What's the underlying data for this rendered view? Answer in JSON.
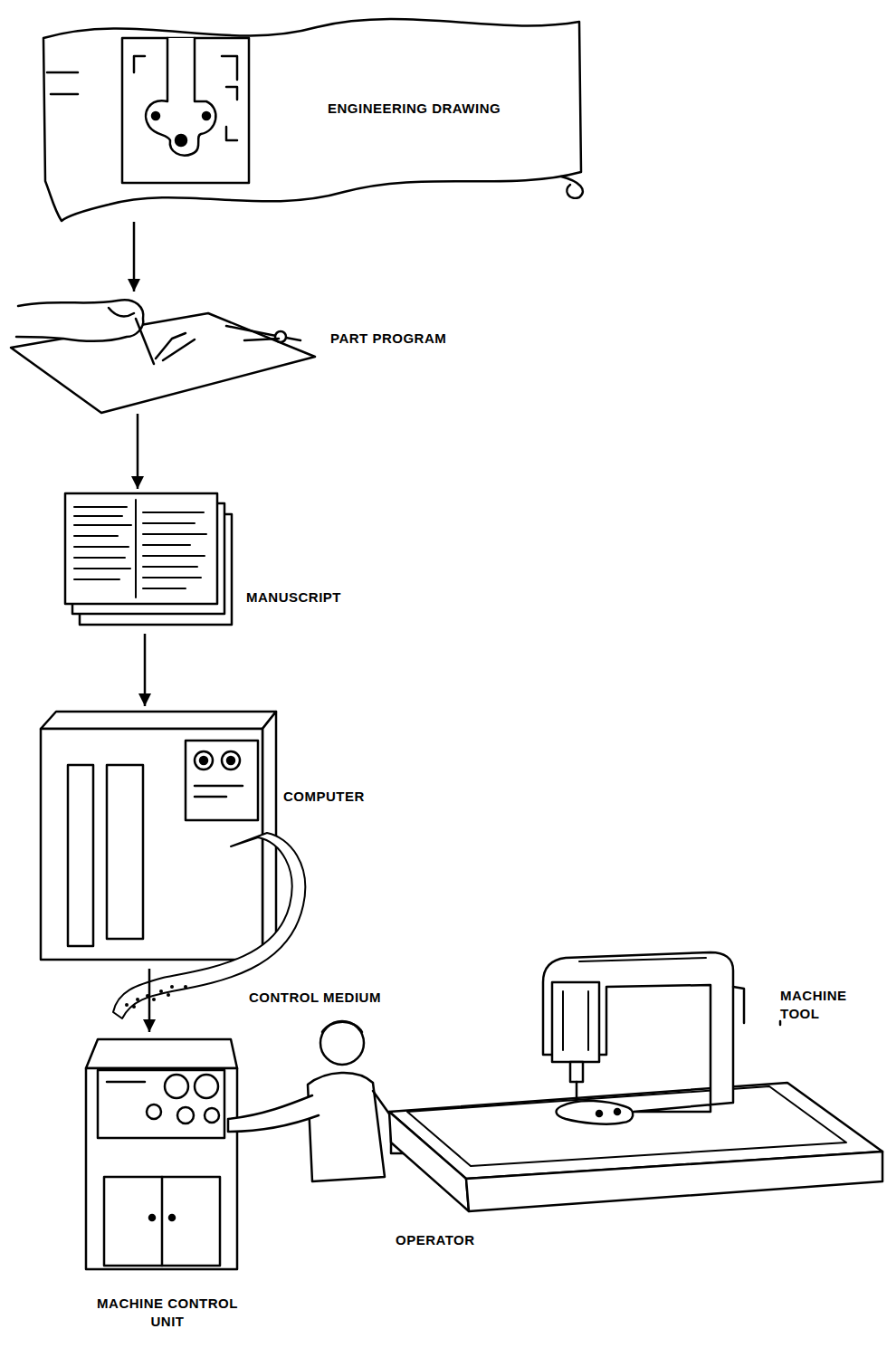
{
  "diagram": {
    "nodes": [
      {
        "text": [
          "ENGINEERING DRAWING"
        ]
      },
      {
        "text": [
          "PART PROGRAM"
        ]
      },
      {
        "text": [
          "MANUSCRIPT"
        ]
      },
      {
        "text": [
          "COMPUTER"
        ]
      },
      {
        "text": [
          "MACHINE CONTROL UNIT"
        ]
      },
      {
        "text": [
          "MACHINE TOOL"
        ]
      }
    ],
    "edges": [
      {
        "from": 0,
        "to": 1,
        "arrow": "to"
      },
      {
        "from": 1,
        "to": 2,
        "arrow": "to"
      },
      {
        "from": 2,
        "to": 3,
        "arrow": "to"
      },
      {
        "from": 3,
        "to": 4,
        "arrow": "to"
      }
    ],
    "labels": [
      "CONTROL MEDIUM",
      "OPERATOR"
    ]
  }
}
